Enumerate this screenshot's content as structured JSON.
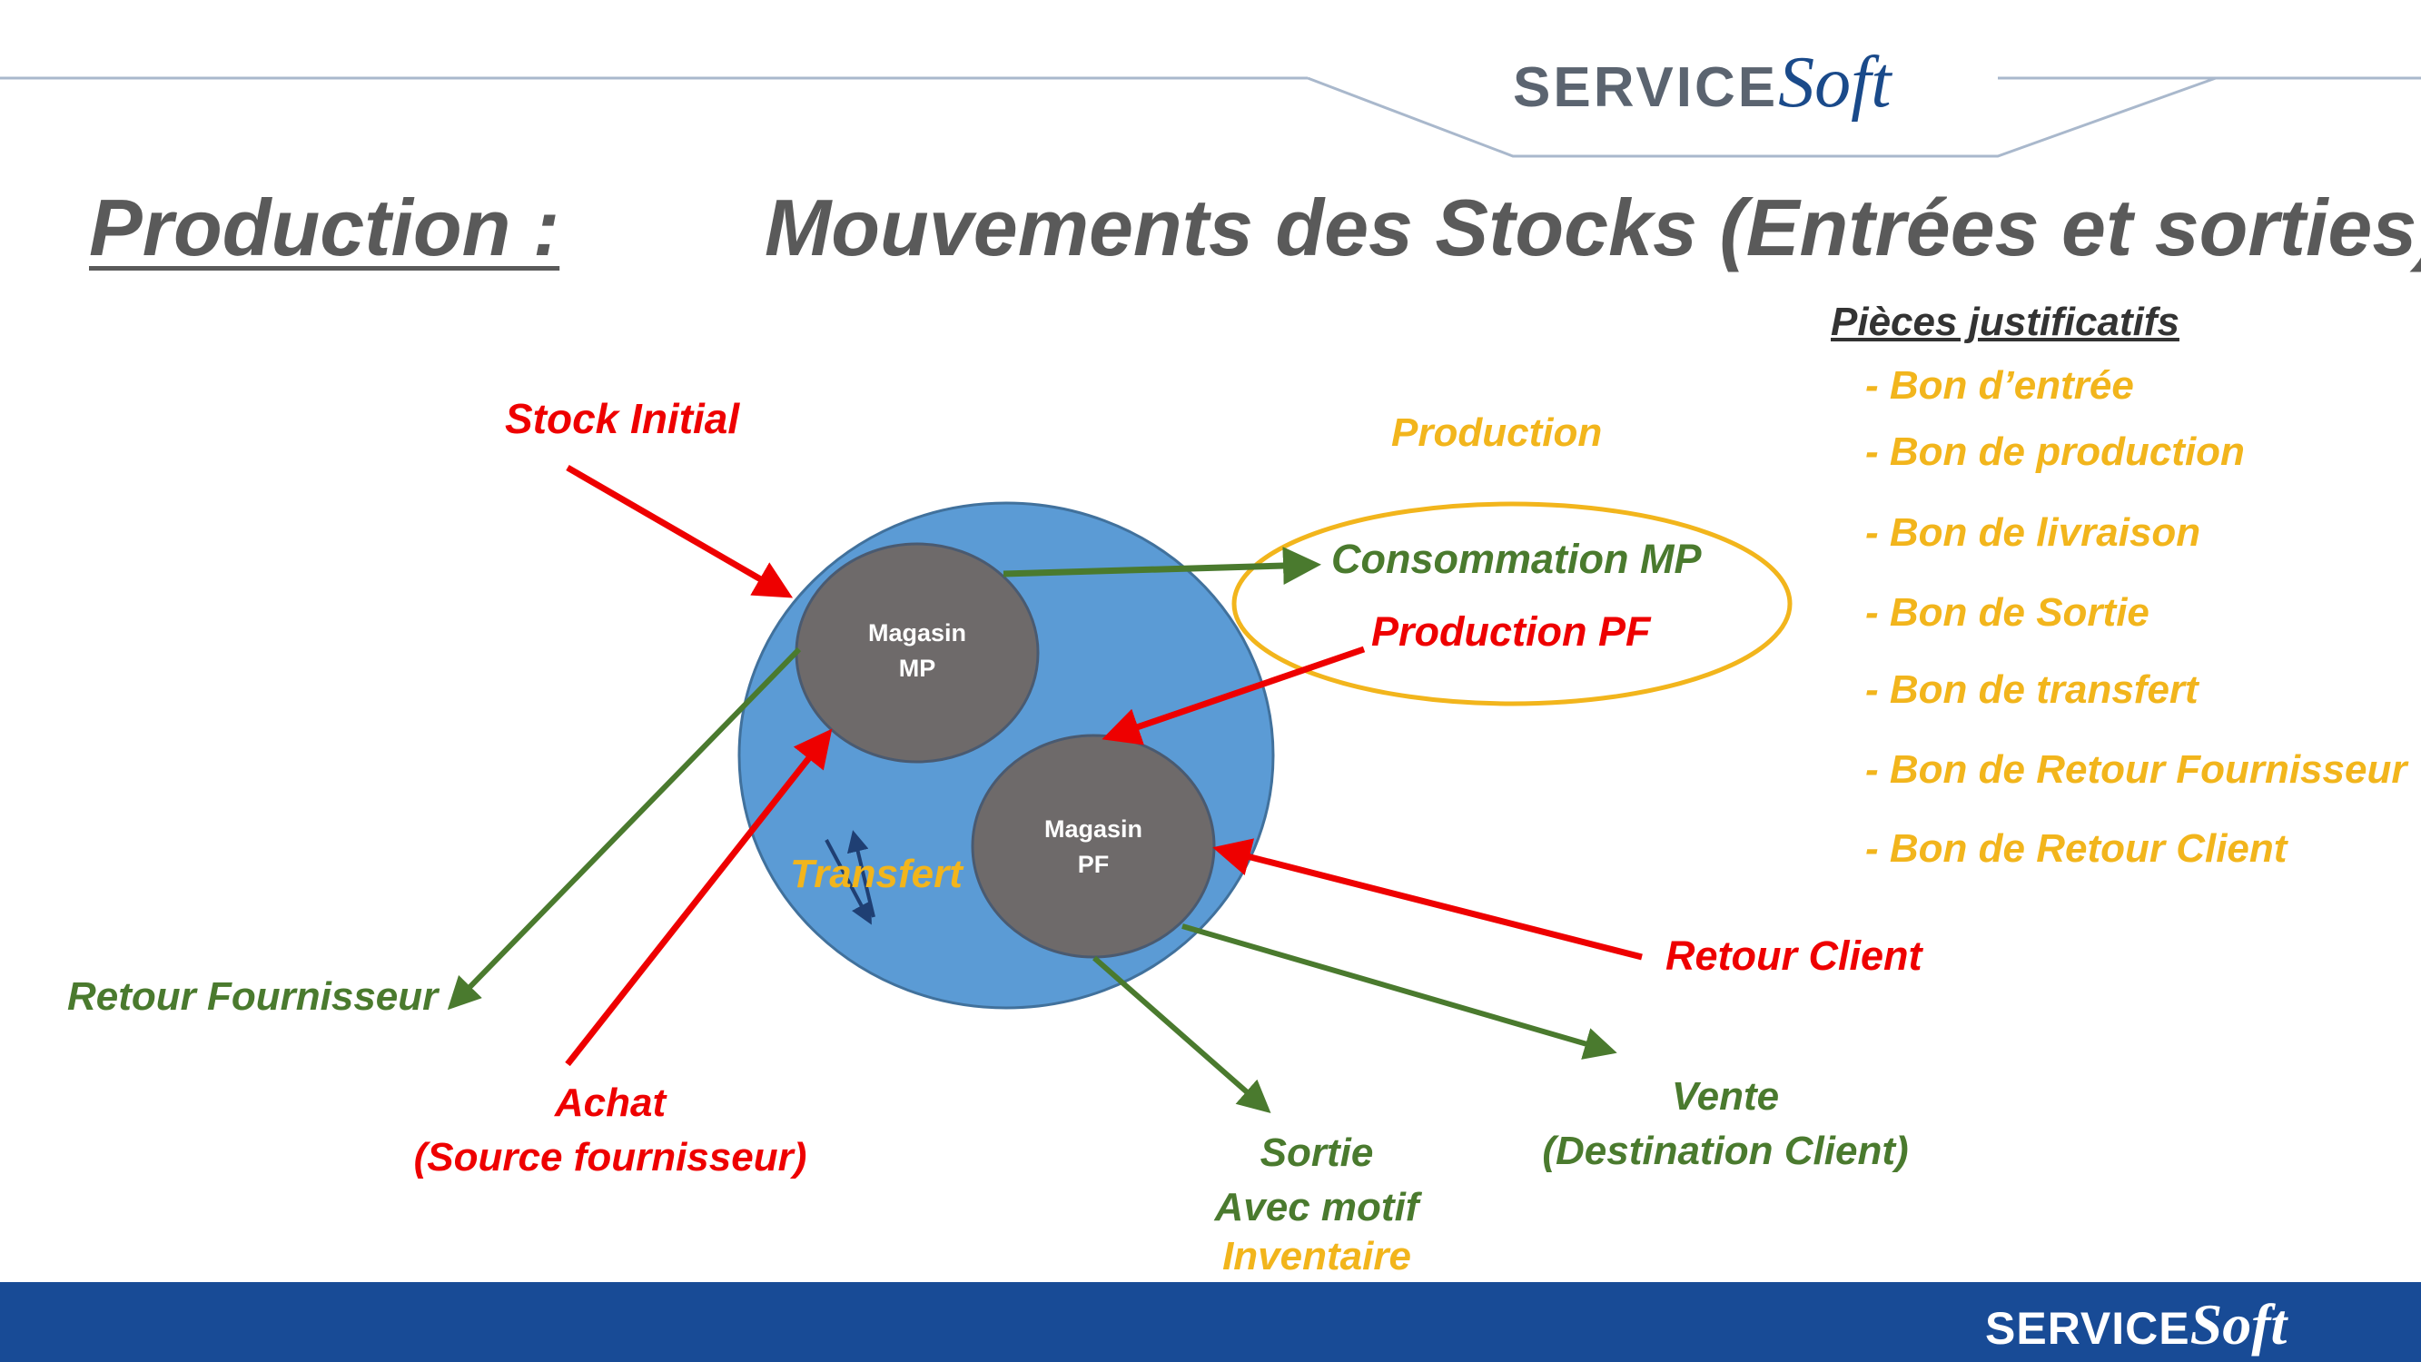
{
  "logo": {
    "part1": "SERVICE",
    "part2": "Soft"
  },
  "footer_logo": {
    "part1": "SERVICE",
    "part2": "Soft"
  },
  "title": {
    "left": "Production :",
    "main": "Mouvements des Stocks (Entrées et sorties)"
  },
  "diagram": {
    "magasin_mp": {
      "line1": "Magasin",
      "line2": "MP"
    },
    "magasin_pf": {
      "line1": "Magasin",
      "line2": "PF"
    },
    "transfert": "Transfert",
    "production_group": "Production",
    "labels": {
      "stock_initial": "Stock Initial",
      "consommation_mp": "Consommation MP",
      "production_pf": "Production PF",
      "retour_fournisseur": "Retour Fournisseur",
      "achat": "Achat",
      "achat_source": "(Source fournisseur)",
      "retour_client": "Retour Client",
      "vente": "Vente",
      "vente_destination": "(Destination Client)",
      "sortie": "Sortie",
      "sortie_motif": "Avec motif",
      "inventaire": "Inventaire"
    }
  },
  "pieces": {
    "heading": "Pièces justificatifs",
    "items": [
      "- Bon d’entrée",
      "- Bon de production",
      "- Bon de livraison",
      "- Bon de Sortie",
      "- Bon de transfert",
      "- Bon de Retour Fournisseur",
      "- Bon de Retour Client"
    ]
  },
  "colors": {
    "input_arrow": "#ee0000",
    "output_arrow": "#4a7a2e",
    "highlight": "#f2b51c",
    "stock_circle": "#5b9bd5",
    "magasin": "#6e6a6a",
    "footer": "#184b96"
  }
}
